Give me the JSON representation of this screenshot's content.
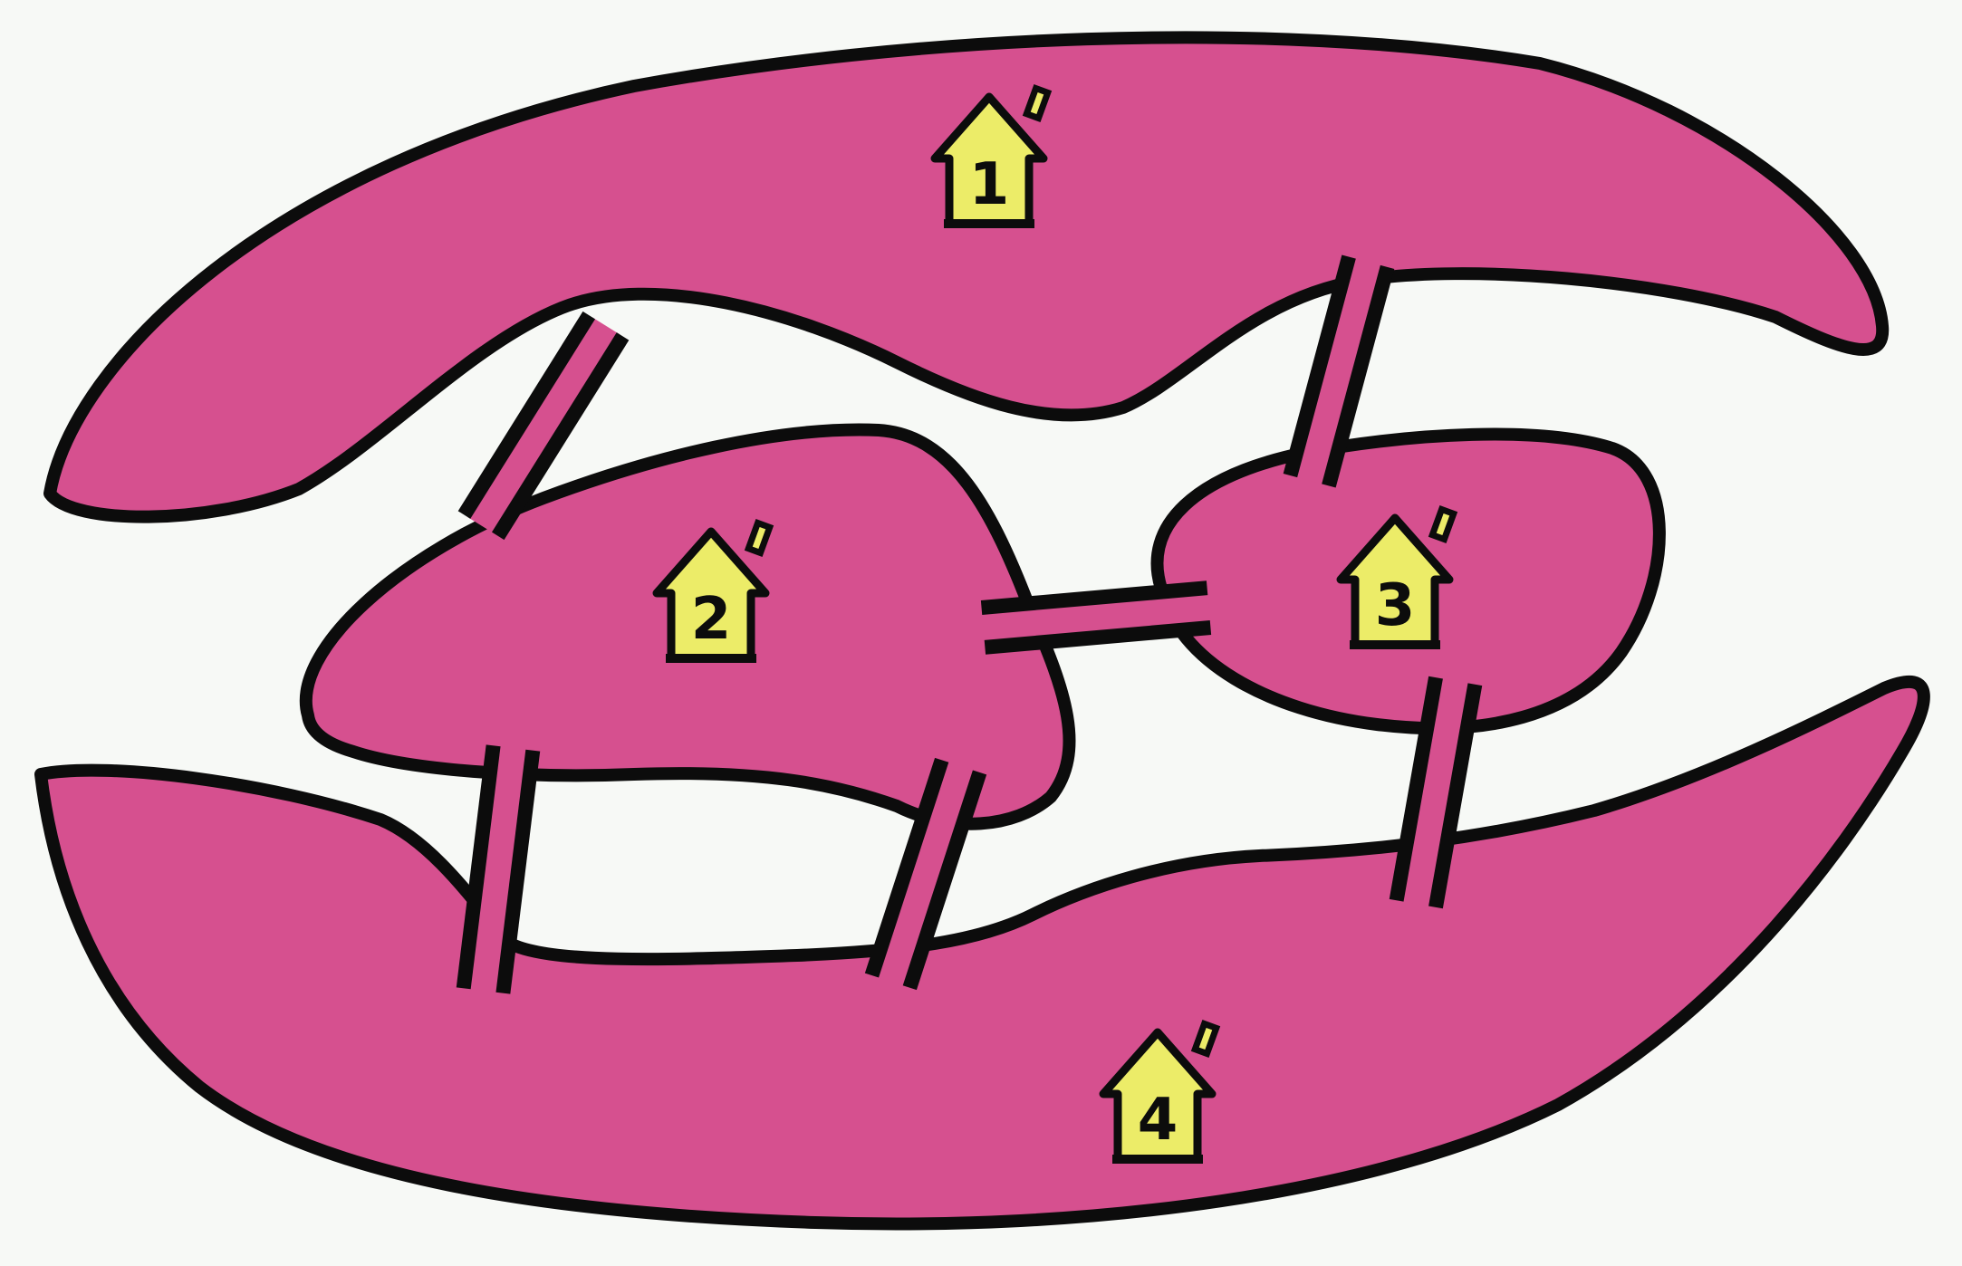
{
  "colors": {
    "background": "#f7f9f6",
    "land": "#d6508f",
    "outline": "#0c0c0c",
    "house": "#ecec68"
  },
  "islands": [
    {
      "id": "island-1",
      "house_label": "1"
    },
    {
      "id": "island-2",
      "house_label": "2"
    },
    {
      "id": "island-3",
      "house_label": "3"
    },
    {
      "id": "island-4",
      "house_label": "4"
    }
  ],
  "bridges": [
    {
      "id": "bridge-1-2",
      "connects": [
        "1",
        "2"
      ]
    },
    {
      "id": "bridge-1-3",
      "connects": [
        "1",
        "3"
      ]
    },
    {
      "id": "bridge-2-3",
      "connects": [
        "2",
        "3"
      ]
    },
    {
      "id": "bridge-2-4-left",
      "connects": [
        "2",
        "4"
      ]
    },
    {
      "id": "bridge-2-4-right",
      "connects": [
        "2",
        "4"
      ]
    },
    {
      "id": "bridge-3-4",
      "connects": [
        "3",
        "4"
      ]
    }
  ]
}
